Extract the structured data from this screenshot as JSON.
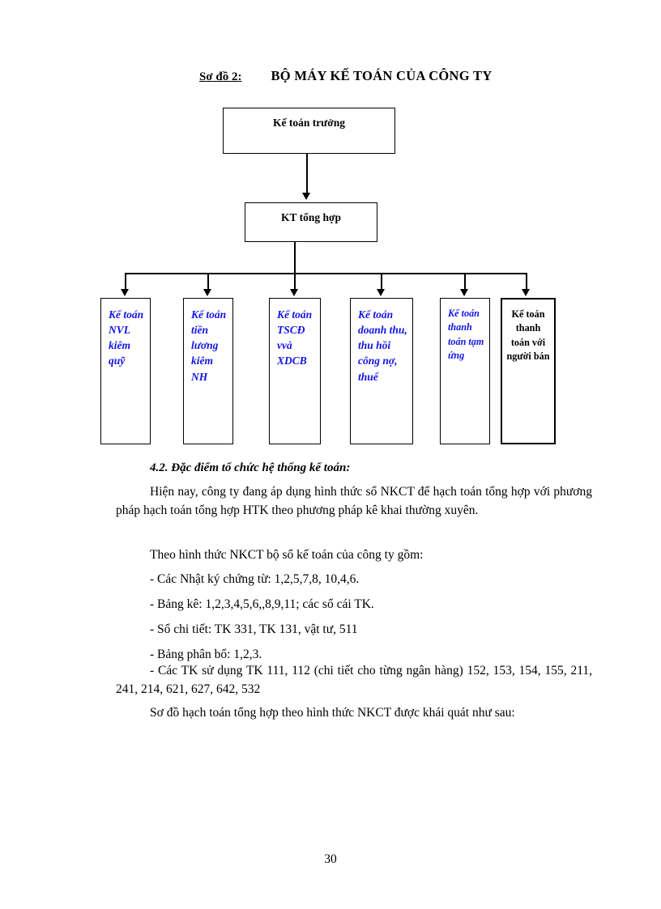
{
  "document": {
    "page_number": "30"
  },
  "figure": {
    "label": "Sơ đồ 2:",
    "title": "BỘ MÁY KẾ TOÁN CỦA CÔNG TY",
    "accent_color": "#1414e6",
    "nodes": {
      "root": "Kế toán trưởng",
      "second": "KT tổng hợp",
      "leaves": [
        {
          "text": "Kế toán NVL kiêm quỹ",
          "color": "#1414e6",
          "style": "bold-italic",
          "align": "left"
        },
        {
          "text": "Kế toán tiền lương kiêm NH",
          "color": "#1414e6",
          "style": "bold-italic",
          "align": "left"
        },
        {
          "text": "Kế toán TSCĐ vvà XDCB",
          "color": "#1414e6",
          "style": "bold-italic",
          "align": "left"
        },
        {
          "text": "Kế toán doanh thu, thu hồi công nợ, thuế",
          "color": "#1414e6",
          "style": "bold-italic",
          "align": "left"
        },
        {
          "text": "Kế toán thanh toán tạm ứng",
          "color": "#1414e6",
          "style": "bold-italic",
          "align": "left"
        },
        {
          "text": "Kế toán thanh toán với người bán",
          "color": "#000000",
          "style": "bold",
          "align": "center"
        }
      ]
    }
  },
  "content": {
    "section_heading": "4.2. Đặc điểm tổ chức hệ thống kế toán:",
    "paragraph_1": "Hiện nay, công ty đang áp dụng hình thức sổ NKCT để hạch toán tổng hợp với phương pháp hạch toán tổng hợp HTK theo phương pháp kê khai thường xuyên.",
    "paragraph_2": "Theo hình  thức NKCT bộ sổ kế toán của công ty gồm:",
    "list": [
      "- Các Nhật ký chứng từ: 1,2,5,7,8, 10,4,6.",
      "- Bảng kê: 1,2,3,4,5,6,,8,9,11; các sổ cái TK.",
      "- Sổ chi tiết: TK 331, TK 131, vật tư, 511",
      "- Bảng phân bổ: 1,2,3.",
      "- Các TK sử dụng TK 111, 112 (chi tiết cho từng ngân hàng) 152, 153, 154, 155, 211, 241, 214, 621, 627, 642, 532"
    ],
    "paragraph_3": "Sơ đồ hạch toán tổng hợp theo hình thức NKCT được khái quát như sau:"
  }
}
